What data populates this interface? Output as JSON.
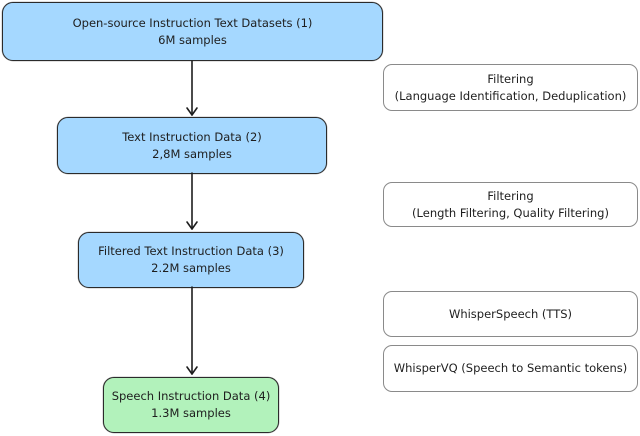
{
  "page": {
    "background": "#ffffff",
    "description": "Speech instruction dataset preparation pipeline flowchart"
  },
  "colors": {
    "node_fill_blue": "#a5d8ff",
    "node_fill_green": "#b2f2bb",
    "node_border": "#2b2b2b",
    "note_border": "#8a8a8a",
    "note_fill": "#ffffff",
    "arrow": "#1e1e1e",
    "text": "#1e1e1e"
  },
  "flow": {
    "nodes": [
      {
        "label": "Open-source Instruction Text Datasets (1)",
        "samples": "6M samples"
      },
      {
        "label": "Text Instruction Data (2)",
        "samples": "2,8M samples"
      },
      {
        "label": "Filtered Text Instruction Data (3)",
        "samples": "2.2M samples"
      },
      {
        "label": "Speech Instruction Data (4)",
        "samples": "1.3M samples"
      }
    ],
    "notes": [
      {
        "title": "Filtering",
        "detail": "(Language Identification, Deduplication)"
      },
      {
        "title": "Filtering",
        "detail": "(Length Filtering, Quality Filtering)"
      },
      {
        "title": "WhisperSpeech (TTS)"
      },
      {
        "title": "WhisperVQ (Speech to Semantic tokens)"
      }
    ]
  }
}
